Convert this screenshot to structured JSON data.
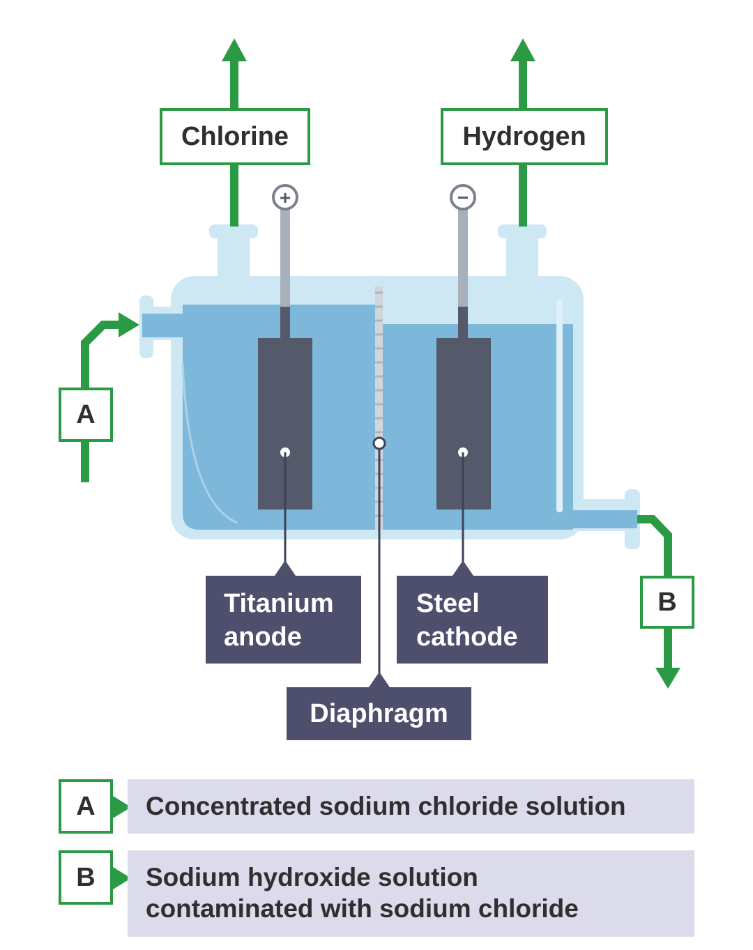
{
  "products": {
    "left": "Chlorine",
    "right": "Hydrogen"
  },
  "terminals": {
    "anode_sign": "+",
    "cathode_sign": "−"
  },
  "flows": {
    "inlet": "A",
    "outlet": "B"
  },
  "labels": {
    "anode_line1": "Titanium",
    "anode_line2": "anode",
    "cathode_line1": "Steel",
    "cathode_line2": "cathode",
    "diaphragm": "Diaphragm"
  },
  "key": [
    {
      "letter": "A",
      "lines": [
        "Concentrated sodium chloride solution"
      ]
    },
    {
      "letter": "B",
      "lines": [
        "Sodium hydroxide solution",
        "contaminated with sodium chloride"
      ]
    }
  ],
  "colors": {
    "arrow": "#2a9a45",
    "solution": "#7db8da",
    "glass": "#cde8f3",
    "electrode": "#545a69",
    "label_dark": "#4d4f6c",
    "key_bg": "#dcdbeb"
  }
}
